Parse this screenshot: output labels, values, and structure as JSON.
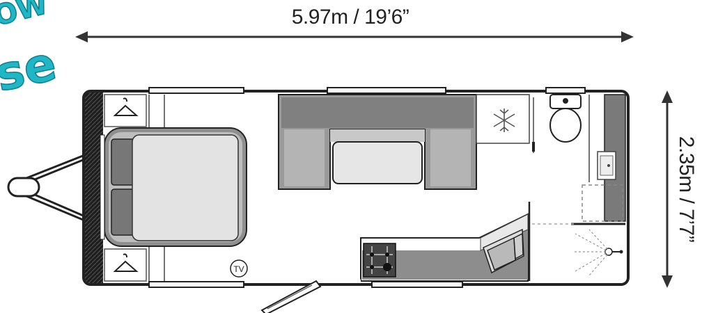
{
  "promo": {
    "line1": "OW",
    "line2": "se",
    "color": "#1fb6c6"
  },
  "dimensions": {
    "length": "5.97m / 19’6”",
    "width": "2.35m / 7’7”"
  },
  "features": {
    "tv_label": "TV"
  },
  "icons": [
    "hanger-icon",
    "snowflake-icon",
    "hob-icon",
    "sink-icon",
    "toilet-icon",
    "shower-icon"
  ],
  "colors": {
    "dark_fill": "#777777",
    "mid_fill": "#a9a9a9",
    "light_fill": "#d5d5d5",
    "bed_fill": "#e3e3e3",
    "outline": "#222222"
  }
}
